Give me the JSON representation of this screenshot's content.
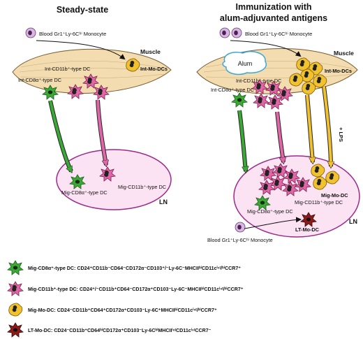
{
  "panels": {
    "left": {
      "title": "Steady-state",
      "blood_monocyte": "Blood Gr1⁺Ly-6Cʰⁱ Monocyte",
      "muscle": "Muscle",
      "int_cd11b": "Int-CD11b⁺-type DC",
      "int_mo": "Int-Mo-DCs",
      "int_cd8": "Int-CD8α⁺-type DC",
      "mig_cd11b": "Mig-CD11b⁺-type DC",
      "mig_cd8": "Mig-CD8α⁺-type DC",
      "ln": "LN"
    },
    "right": {
      "title_line1": "Immunization with",
      "title_line2": "alum-adjuvanted antigens",
      "blood_monocyte": "Blood Gr1⁺Ly-6Cʰⁱ Monocyte",
      "muscle": "Muscle",
      "alum": "Alum",
      "int_cd11b": "Int-CD11b⁺-type DC",
      "int_mo": "Int-Mo-DCs",
      "int_cd8": "Int-CD8α⁺-type DC",
      "lps": "+ LPS",
      "mig_mo": "Mig-Mo-DC",
      "mig_cd11b": "Mig-CD11b⁺-type DC",
      "mig_cd8": "Mig-CD8α⁺-type DC",
      "ln": "LN",
      "lt_mo": "LT-Mo-DC",
      "blood_monocyte_bottom": "Blood Gr1⁺Ly-6Cʰⁱ Monocyte"
    }
  },
  "legend": [
    {
      "color": "#3aaa35",
      "text": "Mig-CD8α⁺-type DC: CD24⁺CD11b⁻CD64⁻CD172α⁻CD103⁺/⁻Ly-6C⁻MHCIIʰⁱCD11cⁱⁿᵗ/ʰⁱCCR7⁺"
    },
    {
      "color": "#e066a8",
      "text": "Mig-CD11b⁺-type DC: CD24⁺/⁻CD11b⁺CD64⁻CD172α⁺CD103⁻Ly-6C⁻MHCIIʰⁱCD11cⁱⁿᵗ/ʰⁱCCR7⁺"
    },
    {
      "color": "#f2c12e",
      "text": "Mig-Mo-DC: CD24⁻CD11b⁺CD64⁺CD172α⁺CD103⁻Ly-6C⁺MHCIIʰⁱCD11cⁱⁿᵗ/ʰⁱCCR7⁺"
    },
    {
      "color": "#8b1a1a",
      "text": "LT-Mo-DC: CD24⁻CD11b⁺CD64ʰⁱCD172α⁺CD103⁻Ly-6CʰⁱMHCIIⁱⁿᵗCD11cⁱⁿᵗCCR7⁻"
    }
  ],
  "colors": {
    "muscle_fill": "#f3dcb0",
    "ln_fill": "#fbe3f3",
    "ln_stroke": "#9b2a8a",
    "green": "#3aaa35",
    "pink": "#e066a8",
    "yellow": "#f2c12e",
    "darkred": "#8b1a1a",
    "monocyte": "#d9b7e3",
    "alum_stroke": "#3aa7d8"
  }
}
